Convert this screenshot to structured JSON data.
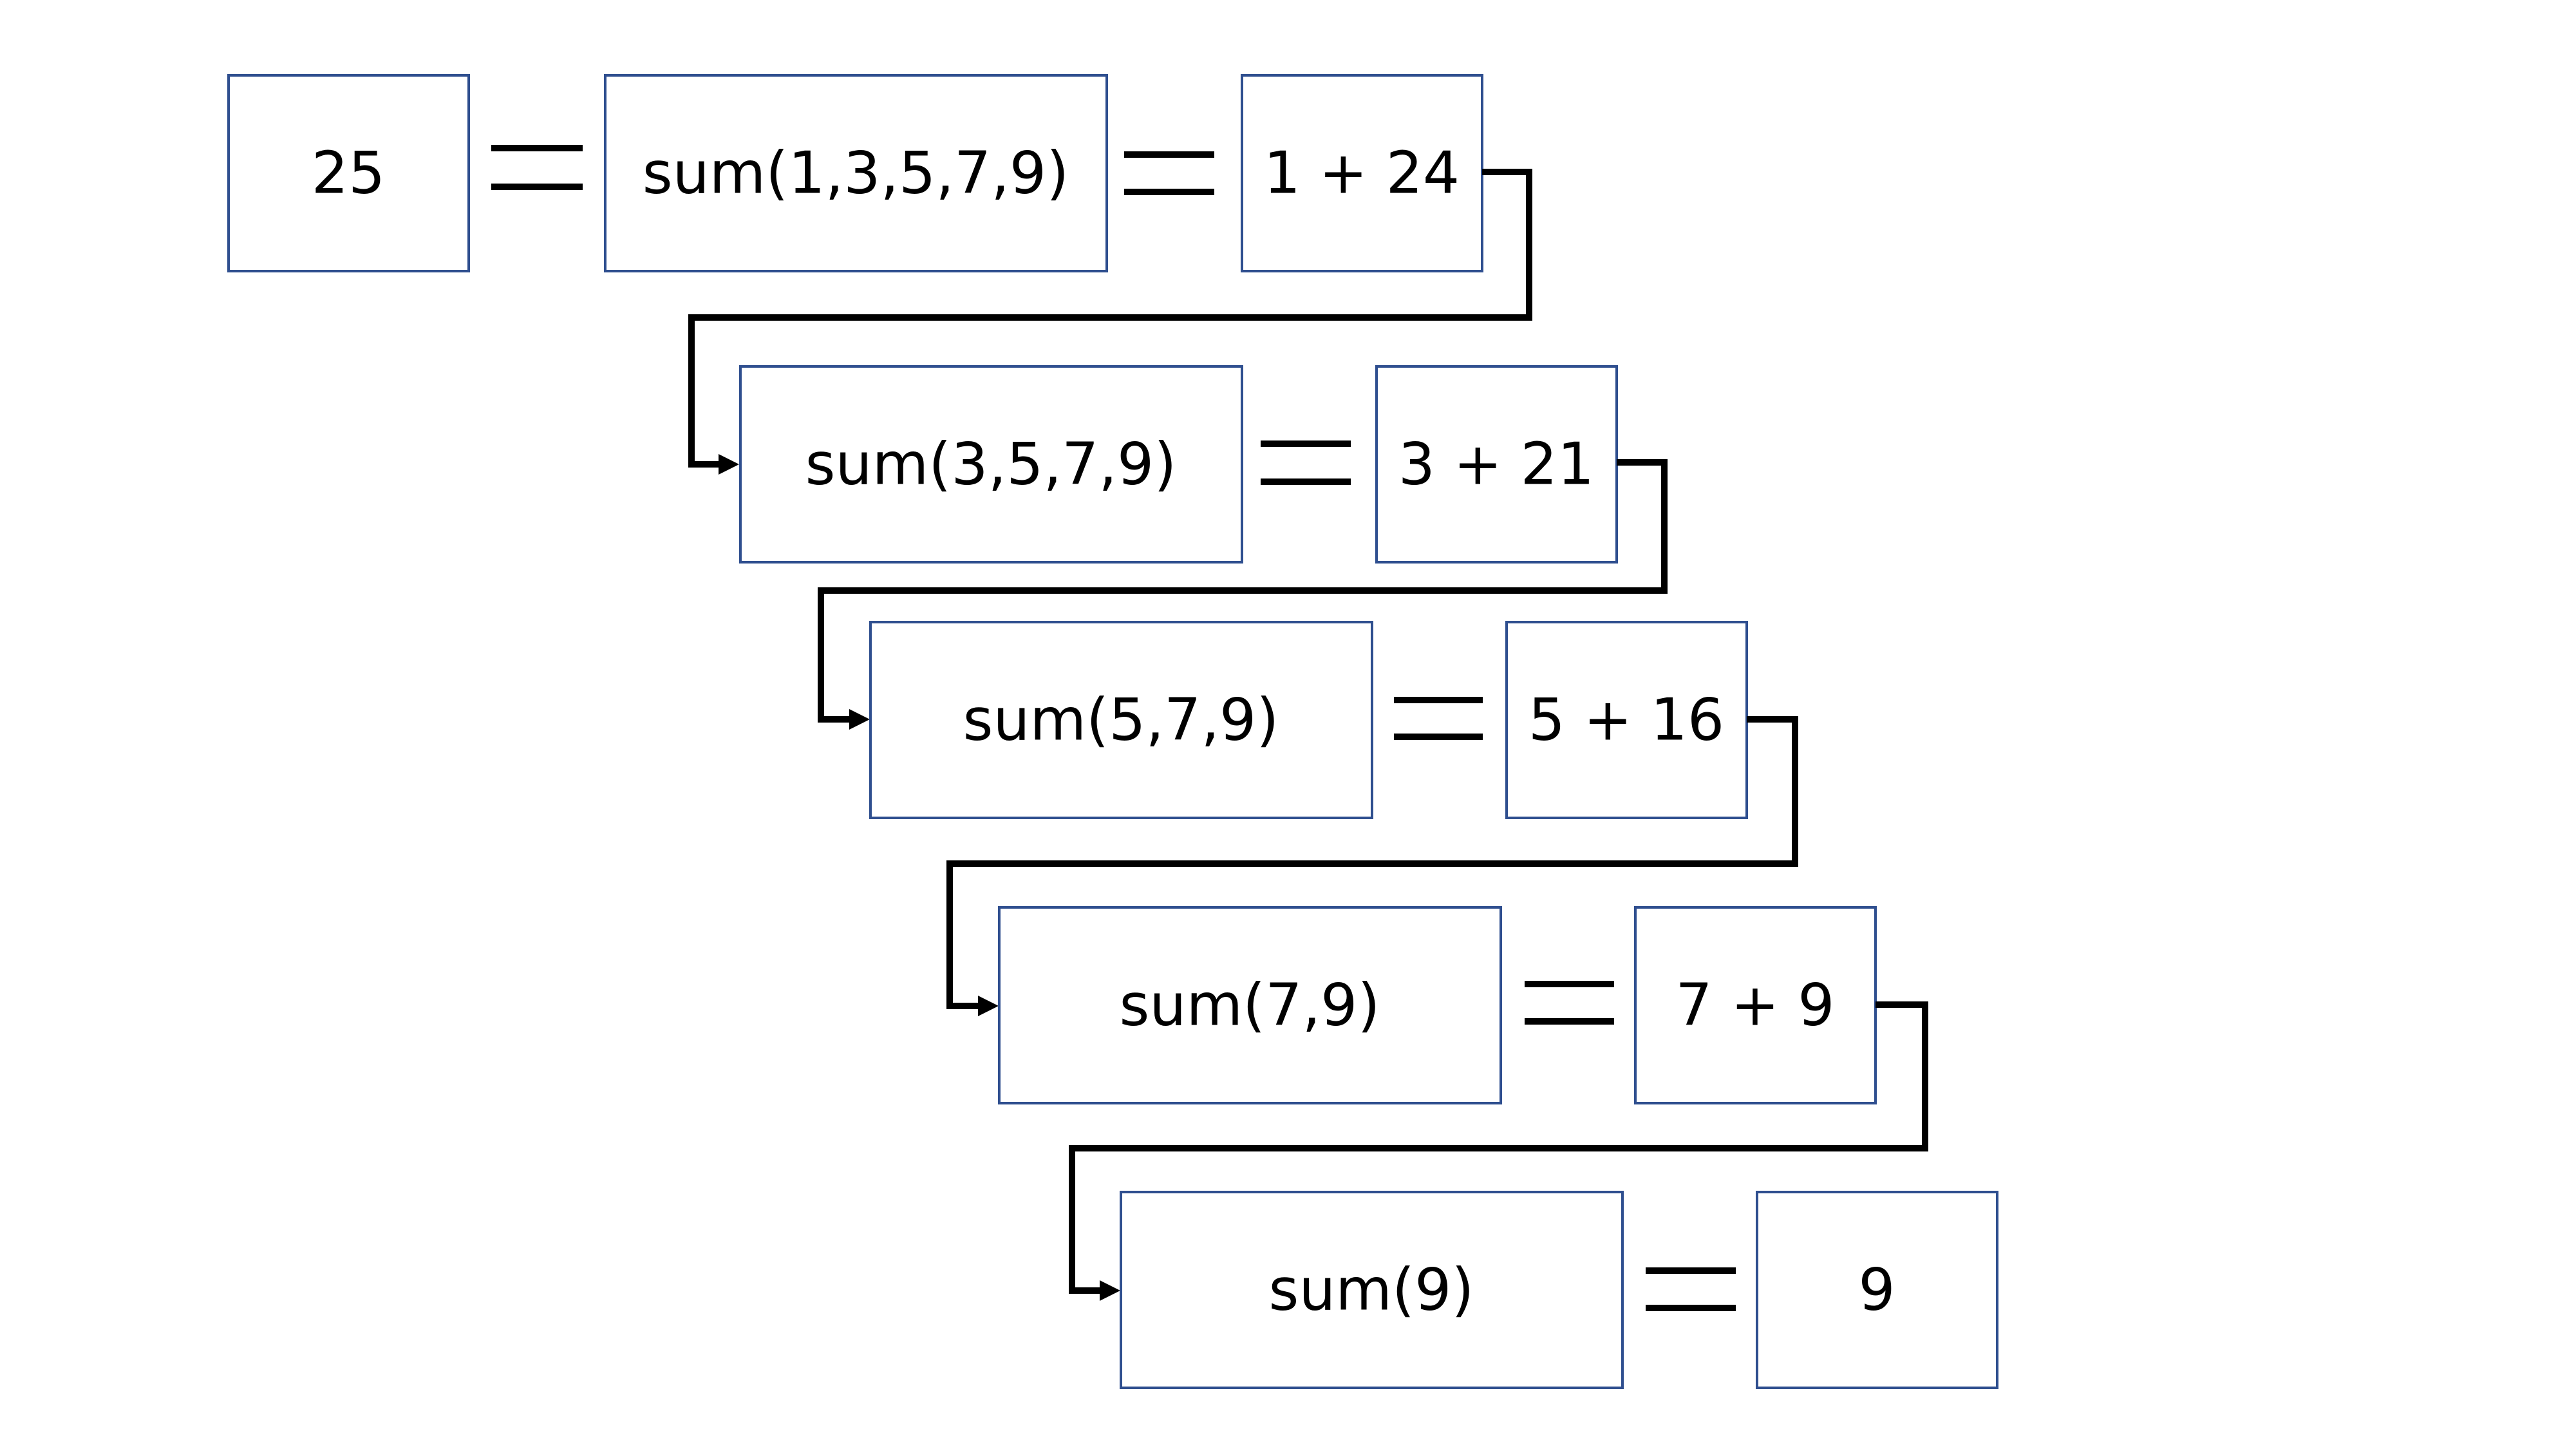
{
  "diagram": {
    "type": "recursive-sum-expansion",
    "rows": [
      {
        "lhs": "25",
        "call": "sum(1,3,5,7,9)",
        "expansion": "1 + 24"
      },
      {
        "call": "sum(3,5,7,9)",
        "expansion": "3 + 21"
      },
      {
        "call": "sum(5,7,9)",
        "expansion": "5 + 16"
      },
      {
        "call": "sum(7,9)",
        "expansion": "7 + 9"
      },
      {
        "call": "sum(9)",
        "expansion": "9"
      }
    ],
    "colors": {
      "box_border": "#2f4f8f",
      "line": "#000000",
      "text": "#000000",
      "background": "#ffffff"
    }
  }
}
